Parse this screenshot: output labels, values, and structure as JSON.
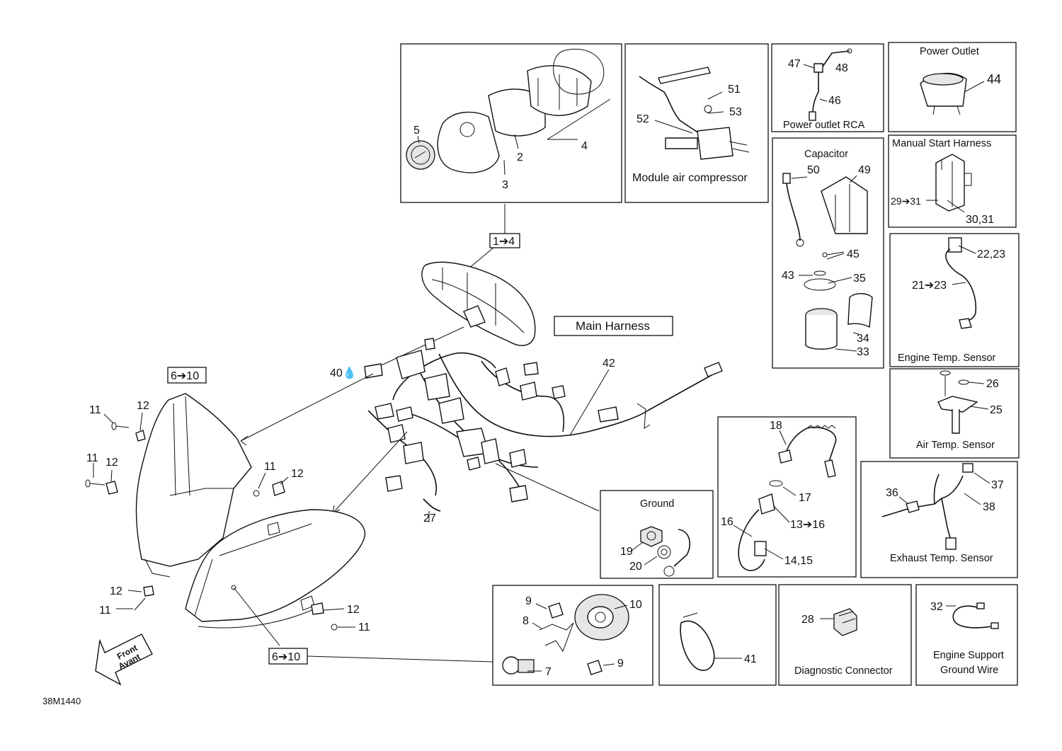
{
  "drawing_id": "38M1440",
  "callouts": {
    "c1_4": "1➔4",
    "c6_10_top": "6➔10",
    "c6_10_bottom": "6➔10",
    "main_harness": "Main Harness",
    "n42": "42",
    "n40": "40💧",
    "n27": "27",
    "n11a": "11",
    "n12a": "12",
    "n11b": "11",
    "n12b": "12",
    "n11c": "11",
    "n12c": "12",
    "n11d": "11",
    "n12d": "12",
    "n11e": "11",
    "n12e": "12",
    "front": "Front",
    "avant": "Avant"
  },
  "cluster": {
    "n5": "5",
    "n2": "2",
    "n3": "3",
    "n4": "4"
  },
  "compressor": {
    "title": "Module air compressor",
    "n51": "51",
    "n52": "52",
    "n53": "53"
  },
  "rca": {
    "title": "Power outlet RCA",
    "n46": "46",
    "n47": "47",
    "n48": "48"
  },
  "outlet": {
    "title": "Power Outlet",
    "n44": "44"
  },
  "capacitor": {
    "title": "Capacitor",
    "n33": "33",
    "n34": "34",
    "n35": "35",
    "n43": "43",
    "n45": "45",
    "n49": "49",
    "n50": "50"
  },
  "manual": {
    "title": "Manual Start Harness",
    "n29_31": "29➔31",
    "n30_31": "30,31"
  },
  "engtemp": {
    "title": "Engine Temp. Sensor",
    "n21_23": "21➔23",
    "n22_23": "22,23"
  },
  "airtemp": {
    "title": "Air Temp. Sensor",
    "n25": "25",
    "n26": "26"
  },
  "exhaust": {
    "title": "Exhaust Temp. Sensor",
    "n36": "36",
    "n37": "37",
    "n38": "38"
  },
  "dess": {
    "n13_16": "13➔16",
    "n14_15": "14,15",
    "n16": "16",
    "n17": "17",
    "n18": "18"
  },
  "ground": {
    "title": "Ground",
    "n19": "19",
    "n20": "20"
  },
  "headlamp": {
    "n7": "7",
    "n8": "8",
    "n9a": "9",
    "n9b": "9",
    "n10": "10"
  },
  "strap": {
    "n41": "41"
  },
  "diag": {
    "title": "Diagnostic Connector",
    "n28": "28"
  },
  "gwire": {
    "title1": "Engine Support",
    "title2": "Ground Wire",
    "n32": "32"
  }
}
